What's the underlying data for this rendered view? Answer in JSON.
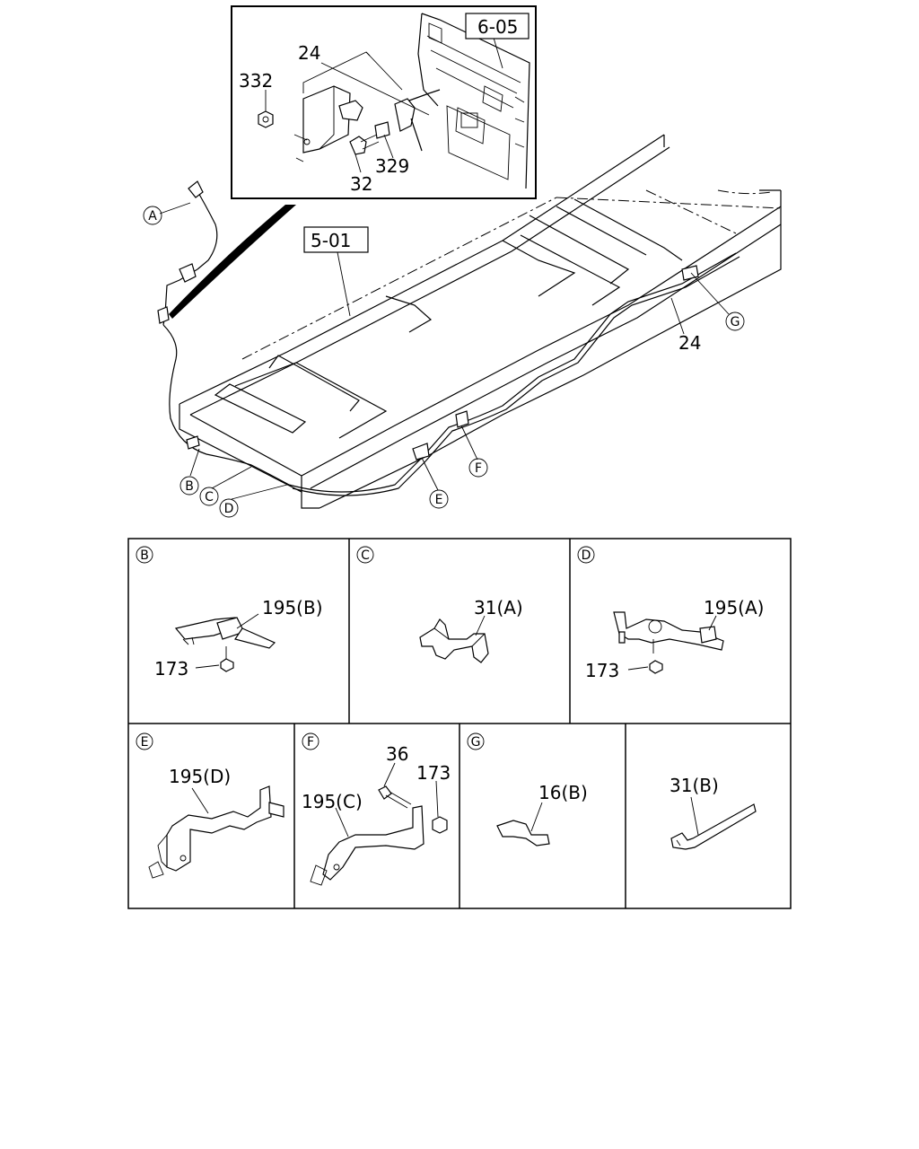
{
  "labels": {
    "inset_ref": "6-05",
    "frame_ref": "5-01",
    "p24_inset": "24",
    "p332": "332",
    "p329": "329",
    "p32": "32",
    "p24_main": "24",
    "cA": "A",
    "cB": "B",
    "cC": "C",
    "cD": "D",
    "cE": "E",
    "cF": "F",
    "cG": "G"
  },
  "details": {
    "B": {
      "letter": "B",
      "part1": "195(B)",
      "part2": "173"
    },
    "C": {
      "letter": "C",
      "part1": "31(A)"
    },
    "D": {
      "letter": "D",
      "part1": "195(A)",
      "part2": "173"
    },
    "E": {
      "letter": "E",
      "part1": "195(D)"
    },
    "F": {
      "letter": "F",
      "part1": "36",
      "part2": "173",
      "part3": "195(C)"
    },
    "G": {
      "letter": "G",
      "part1": "16(B)"
    },
    "H": {
      "part1": "31(B)"
    }
  }
}
